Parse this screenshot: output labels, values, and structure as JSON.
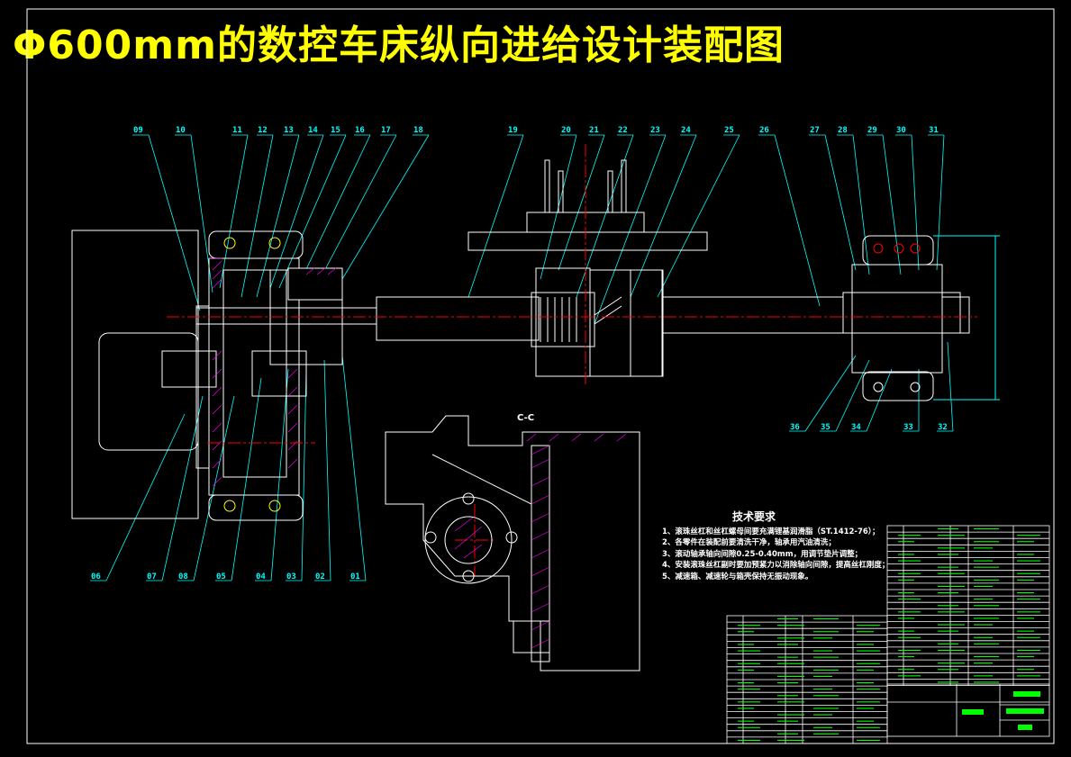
{
  "title": "Φ600mm的数控车床纵向进给设计装配图",
  "section_label": "C-C",
  "section_marker": "C",
  "technical_requirements": {
    "heading": "技术要求",
    "items": [
      "1、滚珠丝杠和丝杠螺母间要充满锂基润滑脂（ST.1412-76）；",
      "2、各零件在装配前要清洗干净，轴承用汽油清洗；",
      "3、滚动轴承轴向间隙0.25-0.40mm，用调节垫片调整；",
      "4、安装滚珠丝杠副时要加预紧力以消除轴向间隙，提高丝杠刚度；",
      "5、减速箱、减速轮与箱壳保持无振动现象。"
    ]
  },
  "part_numbers": {
    "top_left": [
      "09",
      "10",
      "11",
      "12",
      "13",
      "14",
      "15",
      "16",
      "17",
      "18"
    ],
    "top_right": [
      "19",
      "20",
      "21",
      "22",
      "23",
      "24",
      "25",
      "26",
      "27",
      "28",
      "29",
      "30",
      "31"
    ],
    "bottom_left": [
      "06",
      "07",
      "08",
      "05",
      "04",
      "03",
      "02",
      "01"
    ],
    "bottom_right": [
      "36",
      "35",
      "34",
      "33",
      "32"
    ]
  },
  "colors": {
    "title": "#ffff00",
    "outline": "#ffffff",
    "leader": "#00ffff",
    "centerline": "#ff0000",
    "hatch": "#ff00ff",
    "table_text": "#00ff00"
  }
}
